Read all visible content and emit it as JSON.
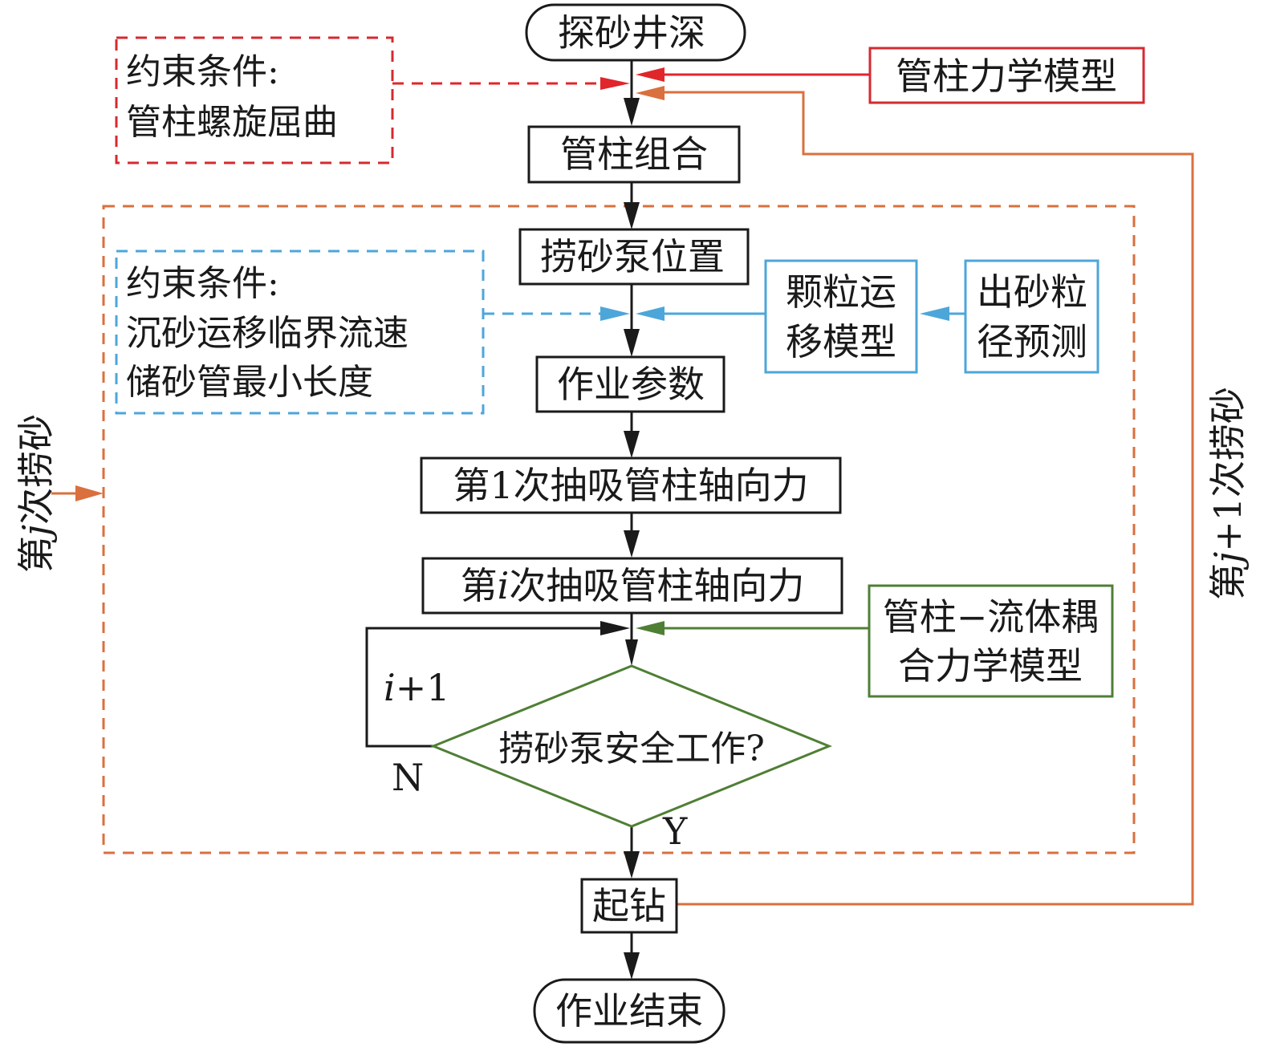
{
  "colors": {
    "black": "#1a1a1a",
    "red": "#e0262b",
    "red_box": "#d42a30",
    "orange": "#d9703e",
    "blue": "#4da6d9",
    "green": "#4f7f35"
  },
  "nodes": {
    "start": "探砂井深",
    "string_assembly": "管柱组合",
    "pump_position": "捞砂泵位置",
    "operation_params": "作业参数",
    "first_suction": "第1次抽吸管柱轴向力",
    "ith_suction_prefix": "第",
    "ith_suction_var": "i",
    "ith_suction_suffix": "次抽吸管柱轴向力",
    "decision": "捞砂泵安全工作?",
    "trip_out": "起钻",
    "end": "作业结束"
  },
  "side_boxes": {
    "string_mechanics_model": "管柱力学模型",
    "constraint_top": {
      "line1": "约束条件:",
      "line2": "管柱螺旋屈曲"
    },
    "constraint_mid": {
      "line1": "约束条件:",
      "line2": "沉砂运移临界流速",
      "line3": "储砂管最小长度"
    },
    "particle_migration": {
      "line1": "颗粒运",
      "line2": "移模型"
    },
    "sand_size_prediction": {
      "line1": "出砂粒",
      "line2": "径预测"
    },
    "fluid_coupling": {
      "line1": "管柱−流体耦",
      "line2": "合力学模型"
    }
  },
  "labels": {
    "loop_increment_var": "i",
    "loop_increment_rest": "+1",
    "no": "N",
    "yes": "Y",
    "jth_bailing_prefix": "第",
    "jth_bailing_var": "j",
    "jth_bailing_suffix": "次捞砂",
    "next_bailing_prefix": "第",
    "next_bailing_var": "j",
    "next_bailing_suffix": "+1次捞砂"
  }
}
